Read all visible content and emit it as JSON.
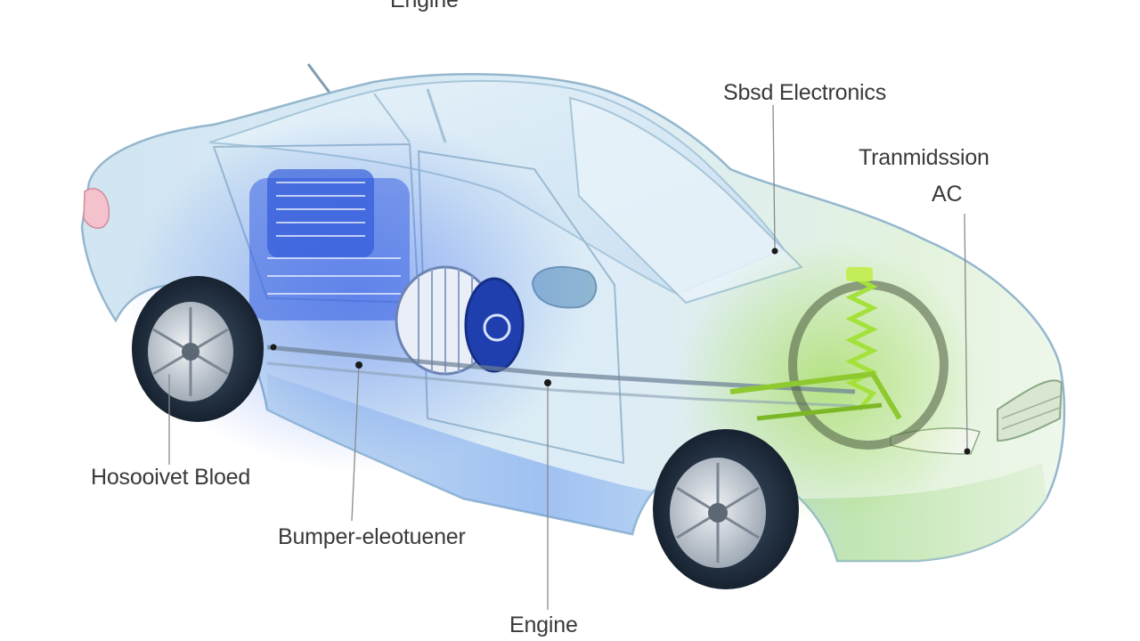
{
  "labels": {
    "top_engine": "Engine",
    "sbsd_electronics": "Sbsd Electronics",
    "transmission": "Tranmidssion",
    "ac": "AC",
    "hood_bleed": "Hosooivet Bloed",
    "bumper": "Bumper-eleotuener",
    "bottom_engine": "Engine"
  },
  "colors": {
    "body_outline": "#8fb4cc",
    "engine_blue": "#2b55d6",
    "suspension_green": "#8fd12a",
    "label_text": "#3a3a3a",
    "leader_line": "#8a8a8a"
  },
  "icons": [
    "car-body-illustration",
    "engine-block-icon",
    "electric-motor-icon",
    "suspension-spring-icon",
    "wheel-icon"
  ]
}
